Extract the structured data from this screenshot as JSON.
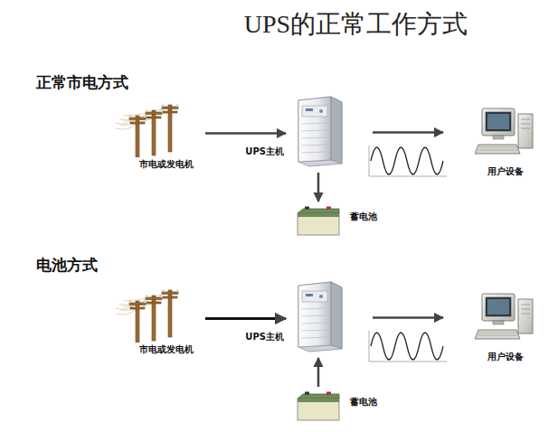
{
  "diagram": {
    "title": "UPS的正常工作方式",
    "nodes": [
      {
        "text": [
          "市电或发电机"
        ]
      },
      {
        "text": [
          "UPS主机"
        ]
      },
      {
        "text": [
          "用户设备"
        ]
      },
      {
        "text": [
          "蓄电池"
        ]
      },
      {
        "text": [
          "市电或发电机"
        ]
      },
      {
        "text": [
          "UPS主机"
        ]
      },
      {
        "text": [
          "用户设备"
        ]
      },
      {
        "text": [
          "蓄电池"
        ]
      }
    ],
    "edges": [
      {
        "from": 0,
        "to": 1,
        "arrow": "to"
      },
      {
        "from": 1,
        "to": 2,
        "arrow": "to"
      },
      {
        "from": 1,
        "to": 3,
        "arrow": "to"
      },
      {
        "from": 4,
        "to": 5,
        "arrow": "to"
      },
      {
        "from": 5,
        "to": 6,
        "arrow": "to"
      },
      {
        "from": 7,
        "to": 5,
        "arrow": "to"
      }
    ],
    "labels": [
      "正常市电方式",
      "电池方式"
    ]
  }
}
